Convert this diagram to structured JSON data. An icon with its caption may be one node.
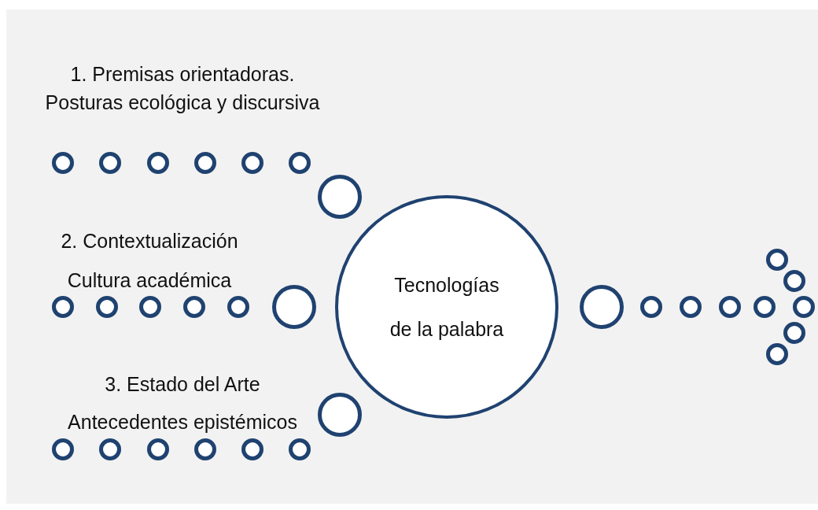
{
  "diagram": {
    "nodes": [
      {
        "text": [],
        "shape": "circle"
      },
      {
        "text": [],
        "shape": "circle"
      },
      {
        "text": [],
        "shape": "circle"
      },
      {
        "text": [],
        "shape": "circle"
      },
      {
        "text": [],
        "shape": "circle"
      },
      {
        "text": [],
        "shape": "circle"
      },
      {
        "text": [],
        "shape": "circle"
      },
      {
        "text": [],
        "shape": "circle"
      },
      {
        "text": [],
        "shape": "circle"
      },
      {
        "text": [],
        "shape": "circle"
      },
      {
        "text": [],
        "shape": "circle"
      },
      {
        "text": [],
        "shape": "circle"
      },
      {
        "text": [],
        "shape": "circle"
      },
      {
        "text": [
          "Tecnologías de la palabra"
        ]
      },
      {
        "text": [],
        "shape": "circle"
      },
      {
        "text": [],
        "shape": "circle"
      },
      {
        "text": [],
        "shape": "circle"
      },
      {
        "text": [],
        "shape": "circle"
      },
      {
        "text": [],
        "shape": "circle"
      },
      {
        "text": [],
        "shape": "circle"
      },
      {
        "text": [],
        "shape": "circle"
      },
      {
        "text": [],
        "shape": "circle"
      },
      {
        "text": [],
        "shape": "circle"
      },
      {
        "text": [],
        "shape": "circle"
      },
      {
        "text": [],
        "shape": "circle"
      },
      {
        "text": [],
        "shape": "circle"
      },
      {
        "text": [],
        "shape": "circle"
      },
      {
        "text": [],
        "shape": "circle"
      },
      {
        "text": [],
        "shape": "circle"
      },
      {
        "text": [],
        "shape": "circle"
      },
      {
        "text": [],
        "shape": "circle"
      }
    ],
    "labels": [
      "1. Premisas orientadoras.",
      "Posturas ecológica y discursiva",
      "2. Contextualización",
      "Cultura académica",
      "3. Estado del Arte",
      "Antecedentes epistémicos"
    ]
  }
}
